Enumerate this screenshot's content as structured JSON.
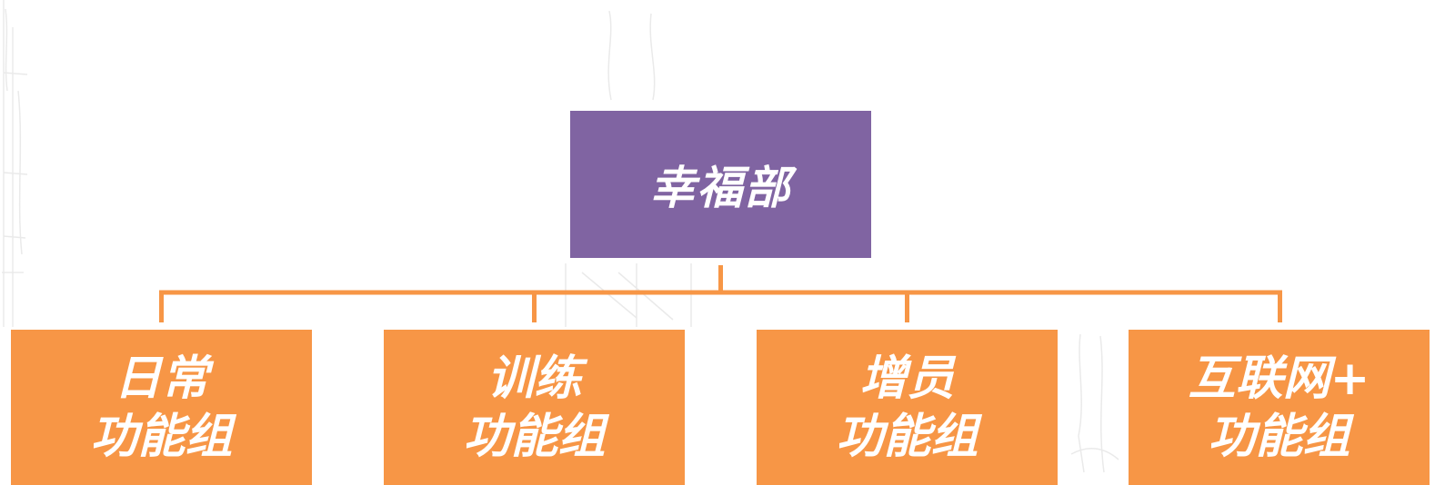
{
  "colors": {
    "root_fill": "#8064a2",
    "child_fill": "#f79646",
    "connector": "#f79646",
    "text": "#ffffff",
    "sketch": "#d9d9d9"
  },
  "root": {
    "label": "幸福部"
  },
  "children": [
    {
      "line1": "日常",
      "line2": "功能组"
    },
    {
      "line1": "训练",
      "line2": "功能组"
    },
    {
      "line1": "增员",
      "line2": "功能组"
    },
    {
      "line1": "互联网+",
      "line2": "功能组"
    }
  ]
}
